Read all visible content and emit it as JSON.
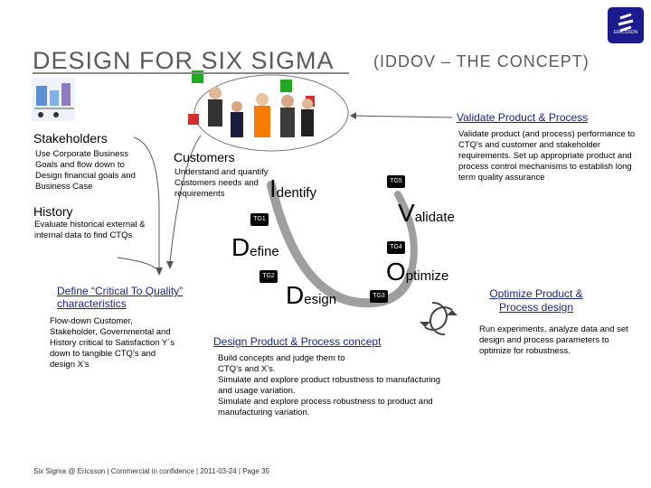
{
  "header": {
    "title": "Design for Six Sigma",
    "subtitle": "(IDDOV – The Concept)",
    "logo_text": "ERICSSON"
  },
  "links": {
    "validate_product_process": "Validate Product & Process",
    "define_ctq": "Define “Critical To Quality” characteristics",
    "design_concept": "Design Product & Process concept",
    "optimize_design": "Optimize Product & Process design"
  },
  "stakeholders": {
    "heading": "Stakeholders",
    "text": "Use Corporate Business Goals and flow down to Design financial goals and Business Case"
  },
  "customers": {
    "heading": "Customers",
    "text": "Understand and quantify Customers needs and requirements"
  },
  "history": {
    "heading": "History",
    "text": "Evaluate historical external & internal data to find CTQs"
  },
  "flowdown": {
    "text": "Flow-down Customer, Stakeholder, Governmental and History critical to Satisfaction Y´s down to tangible CTQ’s and design X’s"
  },
  "design_concept": {
    "lines": [
      "Build concepts and judge them to",
      "CTQ’s and X’s.",
      "Simulate and explore product robustness to manufacturing",
      "and usage variation.",
      "Simulate and explore process robustness to product and",
      "manufacturing variation."
    ]
  },
  "validate": {
    "text": "Validate product (and process) performance to CTQ's and customer and stakeholder requirements. Set up appropriate product and process control mechanisms to establish long term quality assurance"
  },
  "optimize": {
    "text": "Run experiments, analyze data and set design and process parameters to optimize for robustness."
  },
  "phases": {
    "identify_initial": "I",
    "identify_rest": "dentify",
    "define_initial": "D",
    "define_rest": "efine",
    "design_initial": "D",
    "design_rest": "esign",
    "optimize_initial": "O",
    "optimize_rest": "ptimize",
    "validate_initial": "V",
    "validate_rest": "alidate"
  },
  "tollgates": {
    "tg1": "TG1",
    "tg2": "TG2",
    "tg3": "TG3",
    "tg4": "TG4",
    "tg5": "TG5"
  },
  "footer": {
    "text": "Six Sigma @ Ericsson | Commercial in confidence | 2011-03-24 | Page 35"
  },
  "colors": {
    "link": "#1a237e",
    "arc": "#9e9e9e",
    "title": "#5a5a5a"
  }
}
